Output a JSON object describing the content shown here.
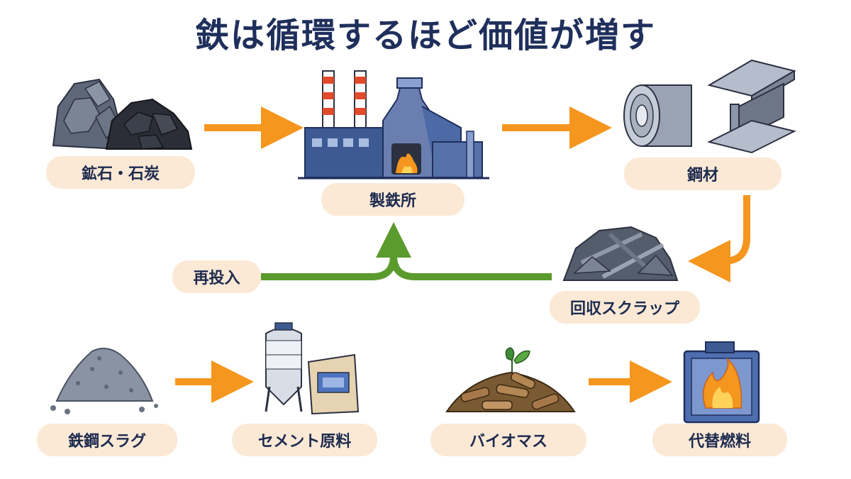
{
  "title": "鉄は循環するほど価値が増す",
  "nodes": {
    "ore": "鉱石・石炭",
    "steelworks": "製鉄所",
    "steel": "鋼材",
    "scrap": "回収スクラップ",
    "reinput": "再投入",
    "slag": "鉄鋼スラグ",
    "cement": "セメント原料",
    "biomass": "バイオマス",
    "fuel": "代替燃料"
  },
  "colors": {
    "arrow_orange": "#f5961e",
    "arrow_green": "#5b9a2d",
    "label_bg": "#fbe9d6",
    "title": "#1f2f5c"
  }
}
